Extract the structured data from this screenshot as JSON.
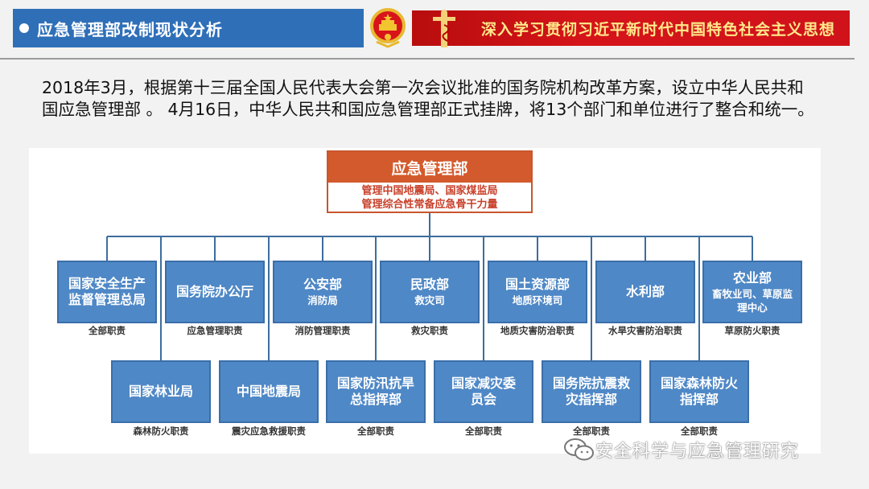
{
  "header": {
    "title": "应急管理部改制现状分析",
    "slogan": "深入学习贯彻习近平新时代中国特色社会主义思想"
  },
  "intro": "2018年3月，根据第十三届全国人民代表大会第一次会议批准的国务院机构改革方案，设立中华人民共和国应急管理部 。 4月16日，中华人民共和国应急管理部正式挂牌，将13个部门和单位进行了整合和统一。",
  "org": {
    "root": {
      "name": "应急管理部",
      "line1": "管理中国地震局、国家煤监局",
      "line2": "管理综合性常备应急骨干力量"
    },
    "top_row": [
      {
        "name": "国家安全生产监督管理总局",
        "sub": "",
        "duty": "全部职责"
      },
      {
        "name": "国务院办公厅",
        "sub": "",
        "duty": "应急管理职责"
      },
      {
        "name": "公安部",
        "sub": "消防局",
        "duty": "消防管理职责"
      },
      {
        "name": "民政部",
        "sub": "救灾司",
        "duty": "救灾职责"
      },
      {
        "name": "国土资源部",
        "sub": "地质环境司",
        "duty": "地质灾害防治职责"
      },
      {
        "name": "水利部",
        "sub": "",
        "duty": "水旱灾害防治职责"
      },
      {
        "name": "农业部",
        "sub": "畜牧业司、草原监理中心",
        "duty": "草原防火职责"
      }
    ],
    "bottom_row": [
      {
        "name": "国家林业局",
        "sub": "",
        "duty": "森林防火职责"
      },
      {
        "name": "中国地震局",
        "sub": "",
        "duty": "震灾应急救援职责"
      },
      {
        "name": "国家防汛抗旱总指挥部",
        "sub": "",
        "duty": "全部职责"
      },
      {
        "name": "国家减灾委员会",
        "sub": "",
        "duty": "全部职责"
      },
      {
        "name": "国务院抗震救灾指挥部",
        "sub": "",
        "duty": "全部职责"
      },
      {
        "name": "国家森林防火指挥部",
        "sub": "",
        "duty": "全部职责"
      }
    ]
  },
  "watermark": "安全科学与应急管理研究",
  "colors": {
    "header_blue": "#2f6fb8",
    "slogan_red": "#d0121a",
    "slogan_text": "#ffe98a",
    "root_orange": "#d35a2c",
    "box_blue": "#4f88c6",
    "line_blue": "#3d6d9e"
  },
  "icons": {
    "emblem": "national-emblem-icon",
    "watermark": "wechat-icon"
  }
}
